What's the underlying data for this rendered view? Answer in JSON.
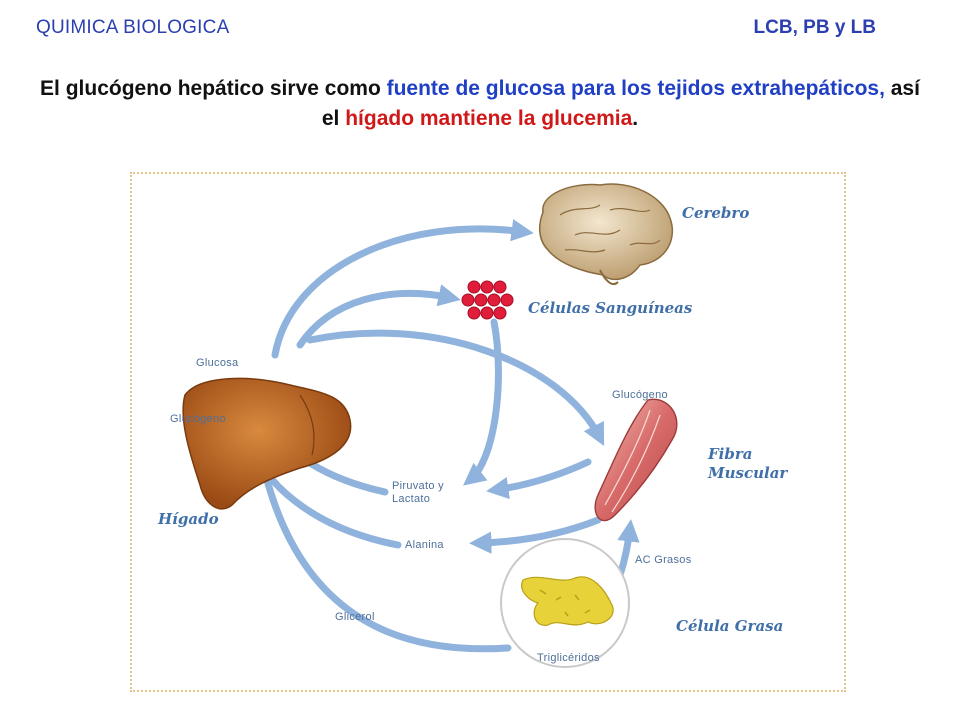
{
  "header": {
    "course": "QUIMICA BIOLOGICA",
    "groups": "LCB, PB y LB"
  },
  "title": {
    "part1": "El glucógeno hepático sirve como ",
    "part2": "fuente de glucosa para los tejidos extrahepáticos,",
    "part3": " así el ",
    "part4": "hígado mantiene la glucemia",
    "part5": "."
  },
  "diagram": {
    "organs": {
      "brain": "Cerebro",
      "blood_cells": "Células Sanguíneas",
      "muscle": "Fibra Muscular",
      "fat": "Célula Grasa",
      "liver": "Hígado"
    },
    "labels": {
      "glucosa": "Glucosa",
      "glucogeno_liver": "Glucógeno",
      "glucogeno_muscle": "Glucógeno",
      "piruvato_1": "Piruvato y",
      "piruvato_2": "Lactato",
      "alanina": "Alanina",
      "ac_grasos": "AC Grasos",
      "glicerol": "Glicerol",
      "trigliceridos": "Triglicéridos"
    },
    "colors": {
      "arrow": "#8fb3dc",
      "liver": "#b8611e",
      "muscle": "#d9777a",
      "fat": "#e8d23a",
      "blood": "#e01e3c"
    }
  }
}
